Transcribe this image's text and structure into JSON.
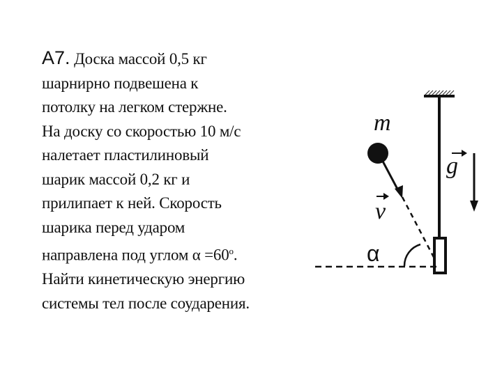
{
  "problem": {
    "number": "А7.",
    "line1": "Доска массой 0,5 кг",
    "line2": "шарнирно подвешена к",
    "line3": "потолку на легком стержне.",
    "line4": "На доску со скоростью 10 м/с",
    "line5": "налетает пластилиновый",
    "line6": "шарик массой 0,2 кг и",
    "line7": "прилипает к ней. Скорость",
    "line8": "шарика перед ударом",
    "line9": "направлена под углом α =60",
    "line9_sup": "о",
    "line9_end": ".",
    "line10": "Найти кинетическую энергию",
    "line11": "системы тел после соударения."
  },
  "figure": {
    "label_mass": "m",
    "label_gravity": "g",
    "label_velocity": "v",
    "label_angle": "α"
  }
}
